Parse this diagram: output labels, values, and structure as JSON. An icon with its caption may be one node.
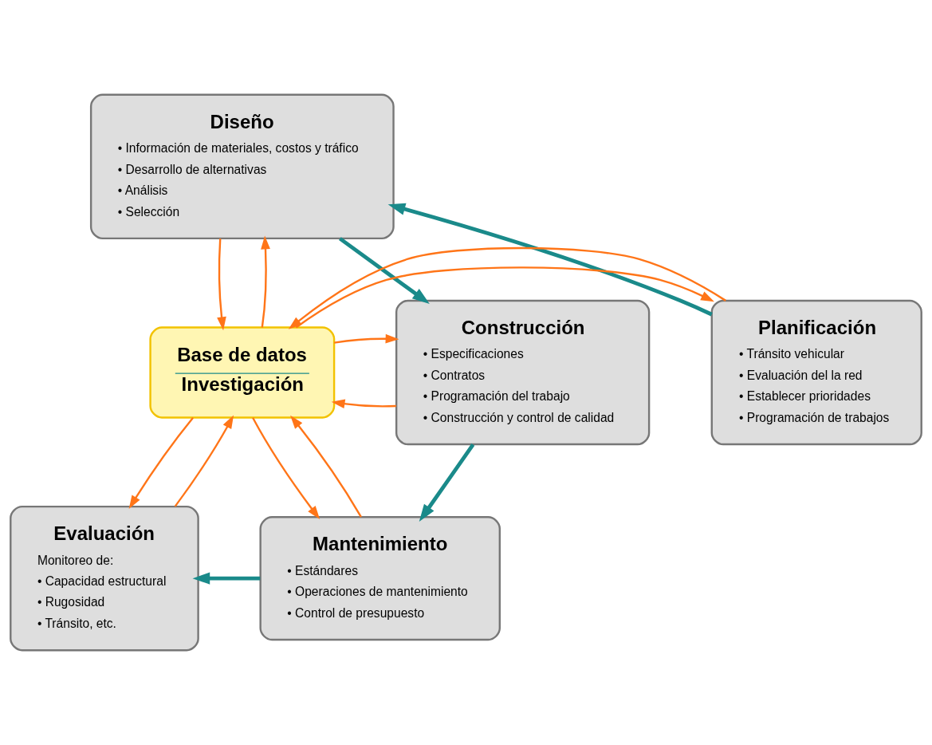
{
  "diagram": {
    "nodes": [
      {
        "text": [
          "Diseño",
          "• Información de materiales, costos y tráfico",
          "• Desarrollo de alternativas",
          "• Análisis",
          "• Selección"
        ]
      },
      {
        "text": [
          "Planificación",
          "• Tránsito vehicular",
          "• Evaluación del la red",
          "• Establecer prioridades",
          "• Programación de trabajos"
        ]
      },
      {
        "text": [
          "Base de datos",
          "Investigación"
        ]
      },
      {
        "text": [
          "Construcción",
          "• Especificaciones",
          "• Contratos",
          "• Programación del trabajo",
          "• Construcción y control de calidad"
        ]
      },
      {
        "text": [
          "Evaluación",
          "Monitoreo de:",
          "• Capacidad estructural",
          "• Rugosidad",
          "• Tránsito, etc."
        ]
      },
      {
        "text": [
          "Mantenimiento",
          "• Estándares",
          "• Operaciones de mantenimiento",
          "• Control de presupuesto"
        ]
      }
    ],
    "edges": [
      {
        "from": 1,
        "to": 0,
        "arrow": "to",
        "style": "thick",
        "color": "#1a8a8a"
      },
      {
        "from": 0,
        "to": 3,
        "arrow": "to",
        "style": "thick",
        "color": "#1a8a8a"
      },
      {
        "from": 3,
        "to": 5,
        "arrow": "to",
        "style": "thick",
        "color": "#1a8a8a"
      },
      {
        "from": 5,
        "to": 4,
        "arrow": "to",
        "style": "thick",
        "color": "#1a8a8a"
      },
      {
        "from": 0,
        "to": 2,
        "arrow": "to"
      },
      {
        "from": 2,
        "to": 0,
        "arrow": "to"
      },
      {
        "from": 2,
        "to": 1,
        "arrow": "to"
      },
      {
        "from": 1,
        "to": 2,
        "arrow": "to"
      },
      {
        "from": 3,
        "to": 2,
        "arrow": "to"
      },
      {
        "from": 2,
        "to": 3,
        "arrow": "to"
      },
      {
        "from": 2,
        "to": 4,
        "arrow": "to"
      },
      {
        "from": 4,
        "to": 2,
        "arrow": "to"
      },
      {
        "from": 2,
        "to": 5,
        "arrow": "to"
      },
      {
        "from": 5,
        "to": 2,
        "arrow": "to"
      }
    ]
  }
}
